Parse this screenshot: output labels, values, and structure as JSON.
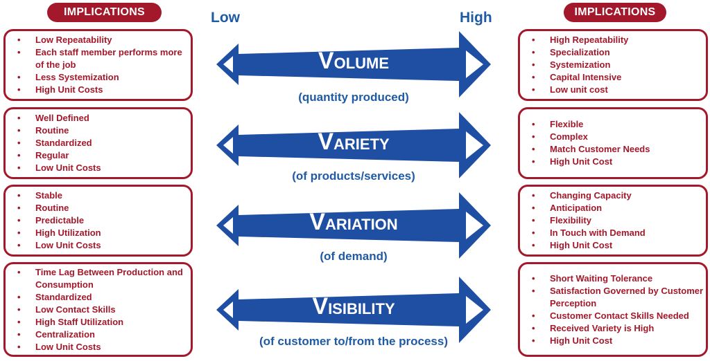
{
  "header": {
    "implications_left": "IMPLICATIONS",
    "implications_right": "IMPLICATIONS",
    "low": "Low",
    "high": "High"
  },
  "colors": {
    "red": "#a3182a",
    "blue": "#1f4fa3"
  },
  "rows": [
    {
      "title_initial": "V",
      "title_rest": "OLUME",
      "subtitle": "(quantity produced)",
      "low": [
        "Low Repeatability",
        "Each staff member performs more of the job",
        "Less Systemization",
        "High Unit Costs"
      ],
      "high": [
        "High Repeatability",
        "Specialization",
        "Systemization",
        "Capital Intensive",
        "Low unit cost"
      ]
    },
    {
      "title_initial": "V",
      "title_rest": "ARIETY",
      "subtitle": "(of products/services)",
      "low": [
        "Well Defined",
        "Routine",
        "Standardized",
        "Regular",
        "Low Unit Costs"
      ],
      "high": [
        "Flexible",
        "Complex",
        "Match Customer Needs",
        "High Unit Cost"
      ]
    },
    {
      "title_initial": "V",
      "title_rest": "ARIATION",
      "subtitle": "(of demand)",
      "low": [
        "Stable",
        "Routine",
        "Predictable",
        "High Utilization",
        "Low Unit Costs"
      ],
      "high": [
        "Changing Capacity",
        "Anticipation",
        "Flexibility",
        "In Touch with Demand",
        "High Unit Cost"
      ]
    },
    {
      "title_initial": "V",
      "title_rest": "ISIBILITY",
      "subtitle": "(of customer to/from the process)",
      "low": [
        "Time Lag Between Production and Consumption",
        "Standardized",
        "Low Contact Skills",
        "High Staff Utilization",
        "Centralization",
        "Low Unit Costs"
      ],
      "high": [
        "Short Waiting Tolerance",
        "Satisfaction Governed by Customer Perception",
        "Customer Contact Skills Needed",
        "Received Variety is High",
        "High Unit Cost"
      ]
    }
  ]
}
